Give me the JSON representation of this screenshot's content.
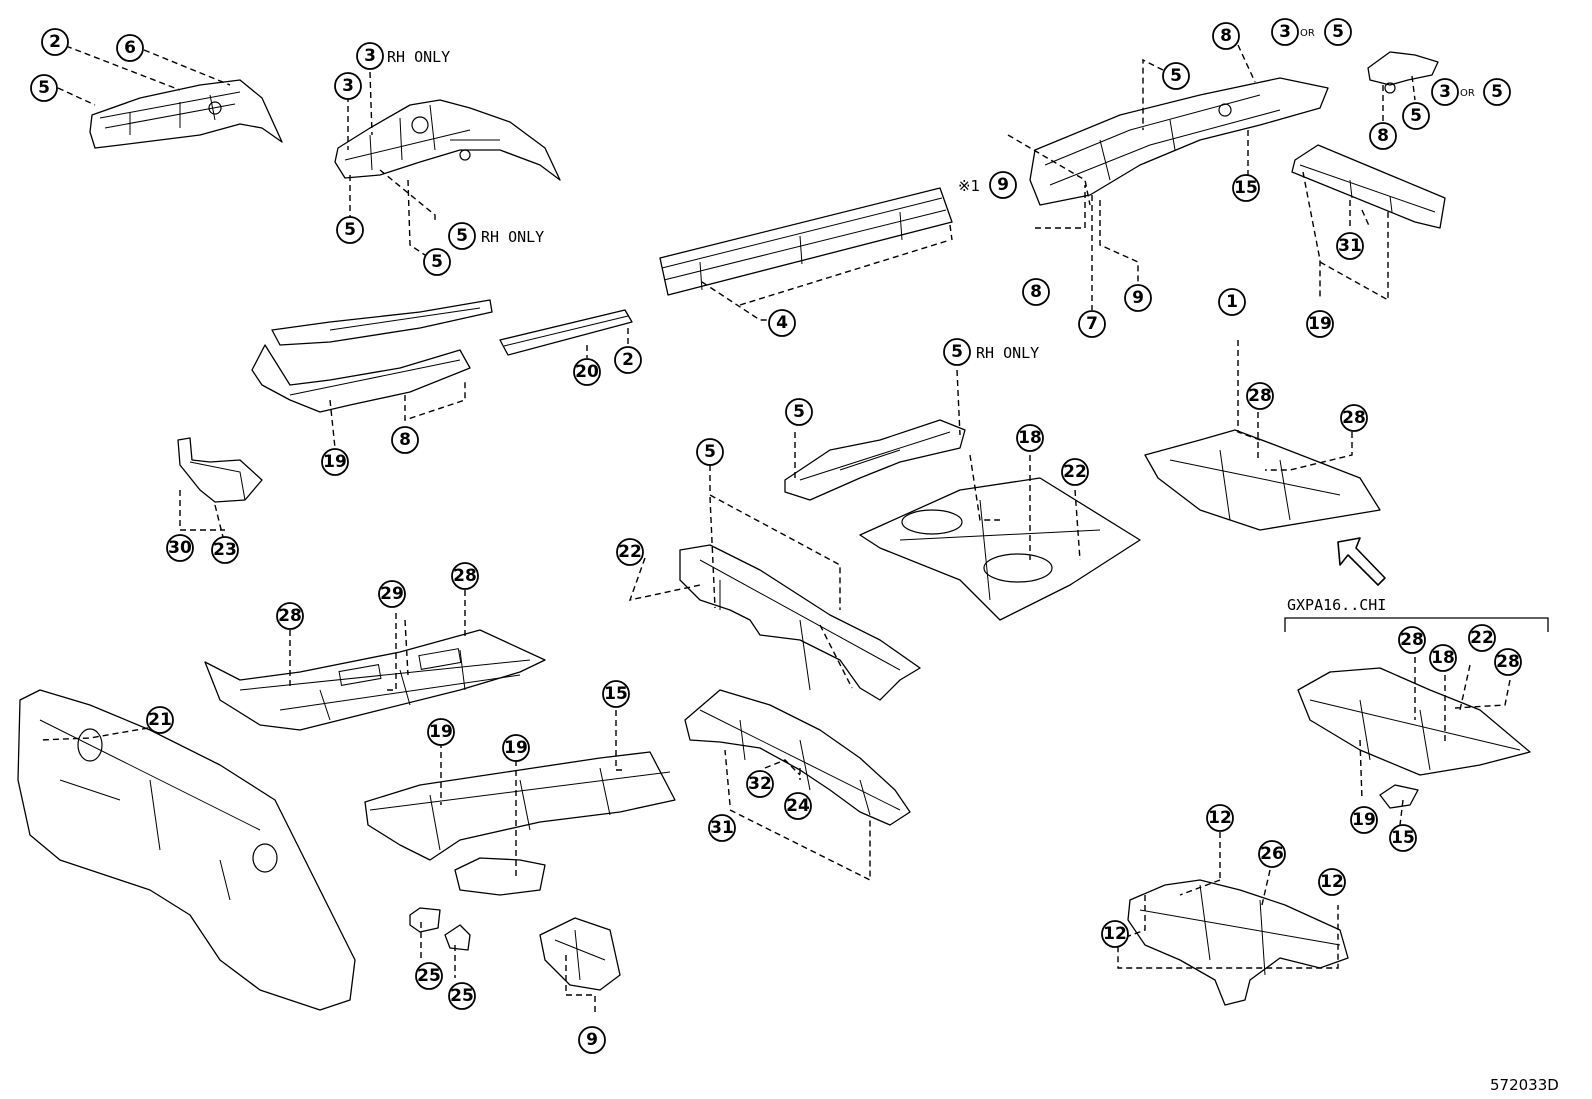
{
  "diagram_id": "572033D",
  "variant_label": "GXPA16..CHI",
  "notes": {
    "rh_only": "RH ONLY",
    "or": "OR",
    "reference_mark": "※1"
  },
  "callouts": {
    "c1": "1",
    "c2": "2",
    "c3": "3",
    "c4": "4",
    "c5": "5",
    "c6": "6",
    "c7": "7",
    "c8": "8",
    "c9": "9",
    "c12": "12",
    "c15": "15",
    "c18": "18",
    "c19": "19",
    "c20": "20",
    "c21": "21",
    "c22": "22",
    "c23": "23",
    "c24": "24",
    "c25": "25",
    "c26": "26",
    "c28": "28",
    "c29": "29",
    "c30": "30",
    "c31": "31",
    "c32": "32"
  }
}
